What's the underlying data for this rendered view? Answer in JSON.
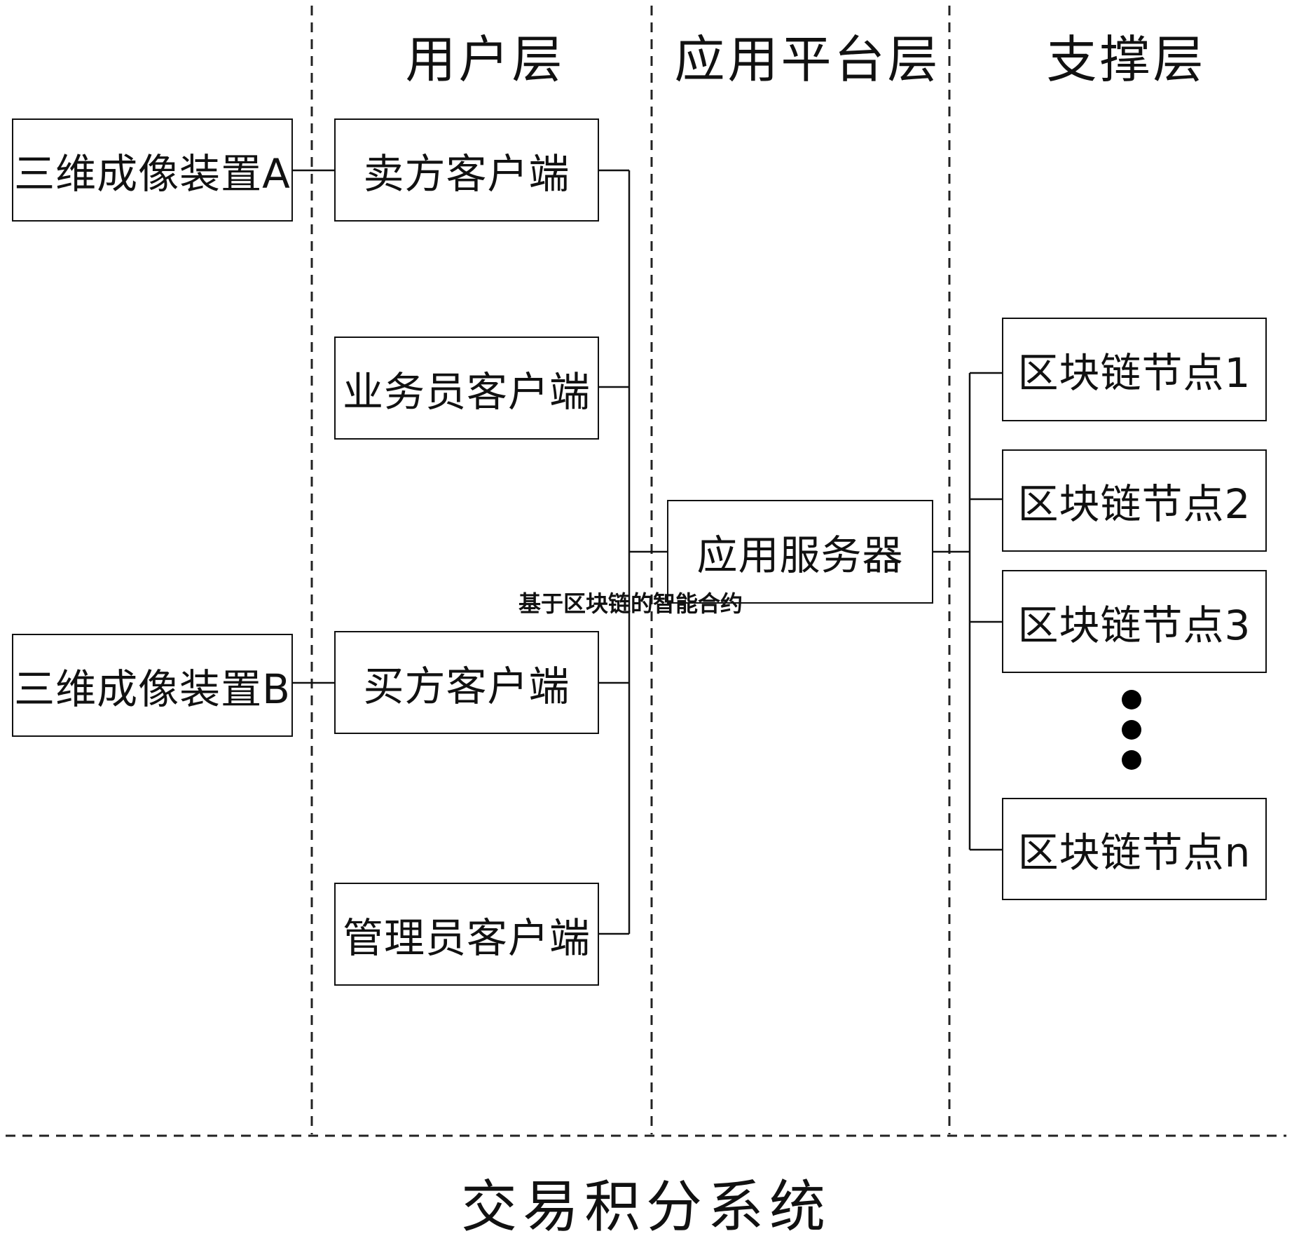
{
  "layers": {
    "user": "用户层",
    "platform": "应用平台层",
    "support": "支撑层"
  },
  "devices": {
    "a": "三维成像装置A",
    "b": "三维成像装置B"
  },
  "clients": {
    "seller": "卖方客户端",
    "salesperson": "业务员客户端",
    "buyer": "买方客户端",
    "admin": "管理员客户端"
  },
  "server": "应用服务器",
  "contract_label": "基于区块链的智能合约",
  "nodes": {
    "n1": "区块链节点1",
    "n2": "区块链节点2",
    "n3": "区块链节点3",
    "nn": "区块链节点n"
  },
  "system_title": "交易积分系统"
}
